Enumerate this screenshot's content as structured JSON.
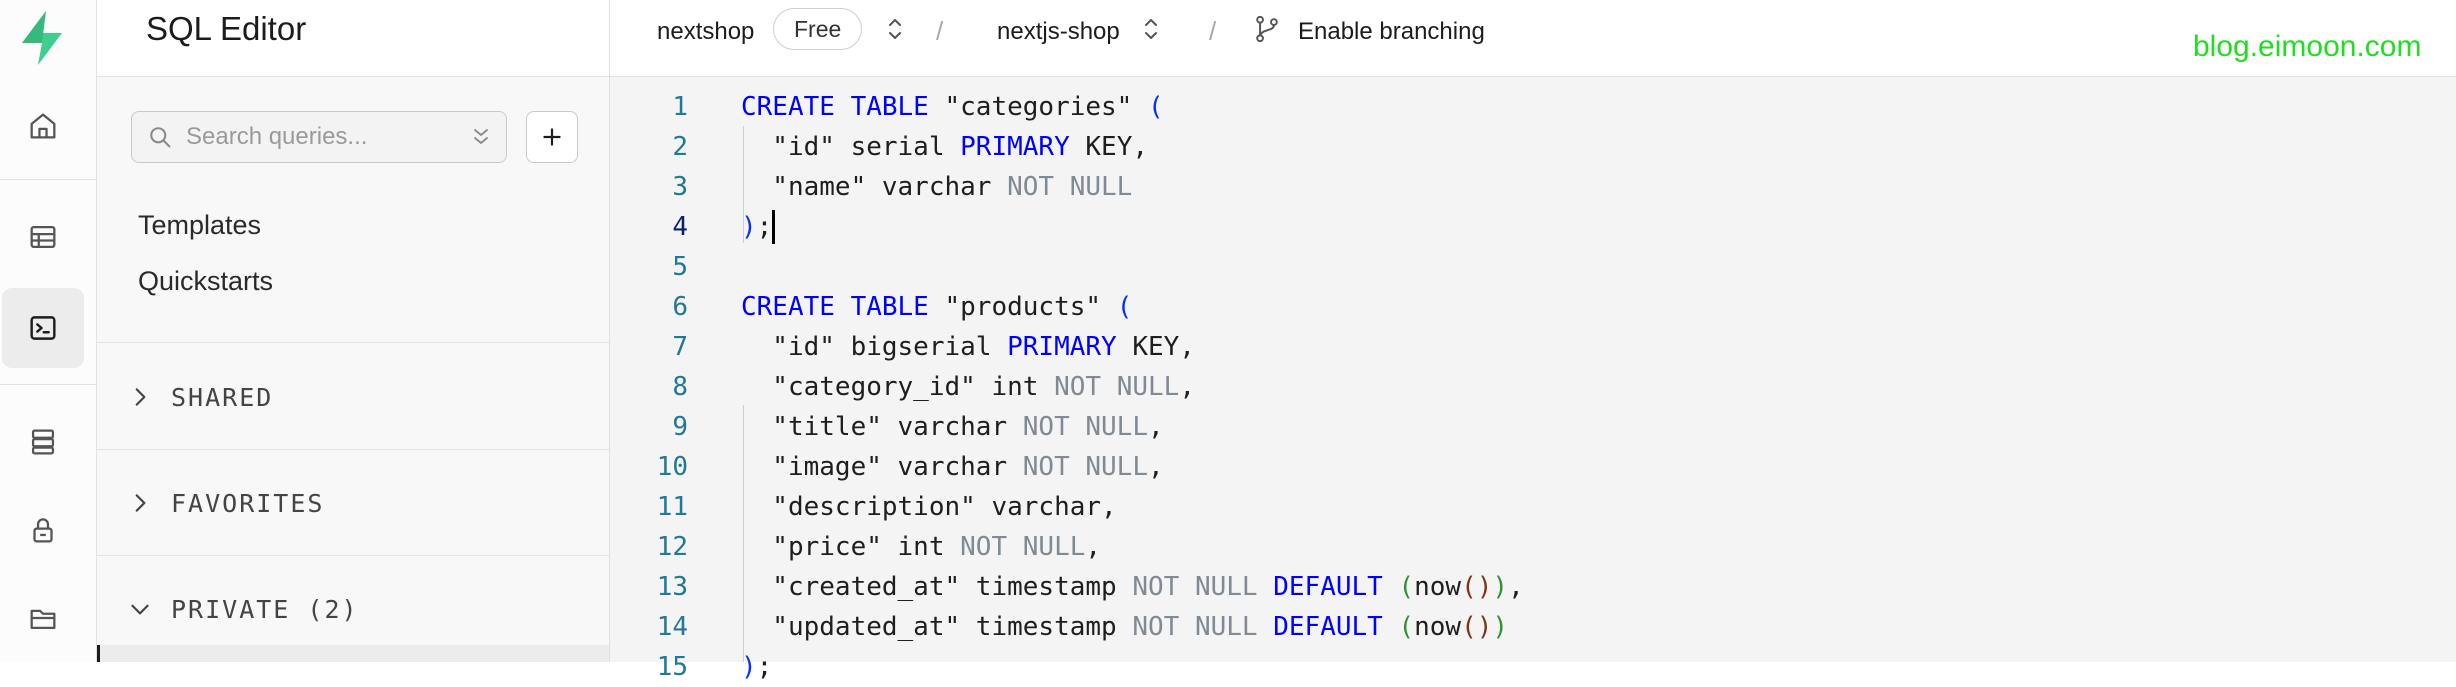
{
  "rail": {
    "items": [
      {
        "name": "home-icon",
        "active": false
      },
      {
        "name": "table-editor-icon",
        "active": false
      },
      {
        "name": "sql-editor-icon",
        "active": true
      },
      {
        "name": "database-icon",
        "active": false
      },
      {
        "name": "auth-lock-icon",
        "active": false
      },
      {
        "name": "storage-icon",
        "active": false
      }
    ]
  },
  "sidebar": {
    "title": "SQL Editor",
    "search_placeholder": "Search queries...",
    "links": [
      "Templates",
      "Quickstarts"
    ],
    "sections": [
      {
        "label": "SHARED",
        "expanded": false
      },
      {
        "label": "FAVORITES",
        "expanded": false
      },
      {
        "label": "PRIVATE (2)",
        "expanded": true
      }
    ]
  },
  "topbar": {
    "org": "nextshop",
    "plan_badge": "Free",
    "project": "nextjs-shop",
    "separator": "/",
    "branching": "Enable branching"
  },
  "watermark": "blog.eimoon.com",
  "colors": {
    "keyword": "#0000ff",
    "constraint": "#808a94",
    "line_number": "#237893",
    "paren_blue": "#0431fa",
    "paren_green": "#319331",
    "paren_brown": "#7b3814",
    "watermark": "#22dd22"
  },
  "editor": {
    "current_line": 4,
    "lines": [
      {
        "n": "1",
        "tokens": [
          [
            "CREATE TABLE",
            "kw"
          ],
          [
            " \"categories\" ",
            "st"
          ],
          [
            "(",
            "pb"
          ]
        ]
      },
      {
        "n": "2",
        "tokens": [
          [
            "  \"id\" serial ",
            "st"
          ],
          [
            "PRIMARY",
            "kw"
          ],
          [
            " KEY,",
            "st"
          ]
        ]
      },
      {
        "n": "3",
        "tokens": [
          [
            "  \"name\" varchar ",
            "st"
          ],
          [
            "NOT NULL",
            "nn"
          ]
        ]
      },
      {
        "n": "4",
        "tokens": [
          [
            ")",
            "pb"
          ],
          [
            ";",
            "st"
          ]
        ]
      },
      {
        "n": "5",
        "tokens": []
      },
      {
        "n": "6",
        "tokens": [
          [
            "CREATE TABLE",
            "kw"
          ],
          [
            " \"products\" ",
            "st"
          ],
          [
            "(",
            "pb"
          ]
        ]
      },
      {
        "n": "7",
        "tokens": [
          [
            "  \"id\" bigserial ",
            "st"
          ],
          [
            "PRIMARY",
            "kw"
          ],
          [
            " KEY,",
            "st"
          ]
        ]
      },
      {
        "n": "8",
        "tokens": [
          [
            "  \"category_id\" int ",
            "st"
          ],
          [
            "NOT NULL",
            "nn"
          ],
          [
            ",",
            "st"
          ]
        ]
      },
      {
        "n": "9",
        "tokens": [
          [
            "  \"title\" varchar ",
            "st"
          ],
          [
            "NOT NULL",
            "nn"
          ],
          [
            ",",
            "st"
          ]
        ]
      },
      {
        "n": "10",
        "tokens": [
          [
            "  \"image\" varchar ",
            "st"
          ],
          [
            "NOT NULL",
            "nn"
          ],
          [
            ",",
            "st"
          ]
        ]
      },
      {
        "n": "11",
        "tokens": [
          [
            "  \"description\" varchar,",
            "st"
          ]
        ]
      },
      {
        "n": "12",
        "tokens": [
          [
            "  \"price\" int ",
            "st"
          ],
          [
            "NOT NULL",
            "nn"
          ],
          [
            ",",
            "st"
          ]
        ]
      },
      {
        "n": "13",
        "tokens": [
          [
            "  \"created_at\" timestamp ",
            "st"
          ],
          [
            "NOT NULL",
            "nn"
          ],
          [
            " ",
            "st"
          ],
          [
            "DEFAULT",
            "kw"
          ],
          [
            " ",
            "st"
          ],
          [
            "(",
            "pg"
          ],
          [
            "now",
            "st"
          ],
          [
            "()",
            "pc"
          ],
          [
            ")",
            "pg"
          ],
          [
            ",",
            "st"
          ]
        ]
      },
      {
        "n": "14",
        "tokens": [
          [
            "  \"updated_at\" timestamp ",
            "st"
          ],
          [
            "NOT NULL",
            "nn"
          ],
          [
            " ",
            "st"
          ],
          [
            "DEFAULT",
            "kw"
          ],
          [
            " ",
            "st"
          ],
          [
            "(",
            "pg"
          ],
          [
            "now",
            "st"
          ],
          [
            "()",
            "pc"
          ],
          [
            ")",
            "pg"
          ]
        ]
      },
      {
        "n": "15",
        "tokens": [
          [
            ")",
            "pb"
          ],
          [
            ";",
            "st"
          ]
        ]
      }
    ]
  }
}
